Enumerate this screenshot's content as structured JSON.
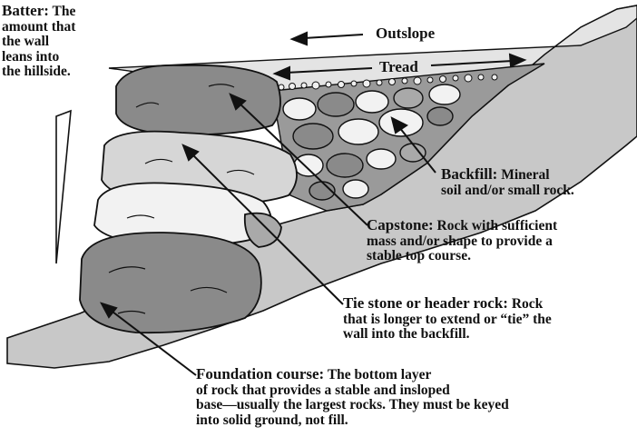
{
  "labels": {
    "batter": {
      "term": "Batter:",
      "lines": [
        "The",
        "amount that",
        "the wall",
        "leans into",
        "the hillside."
      ]
    },
    "outslope": "Outslope",
    "tread": "Tread",
    "backfill": {
      "term": "Backfill:",
      "lines": [
        "Mineral",
        "soil and/or small rock."
      ]
    },
    "capstone": {
      "term": "Capstone:",
      "lines": [
        "Rock with sufficient",
        "mass and/or shape to provide a",
        "stable top course."
      ]
    },
    "tie_stone": {
      "term": "Tie stone or header rock:",
      "lines": [
        "Rock",
        "that is longer to extend or “tie” the",
        "wall into the backfill."
      ]
    },
    "foundation": {
      "term": "Foundation course:",
      "lines": [
        "The bottom layer",
        "of rock that provides a stable and insloped",
        "base—usually the largest rocks. They must be keyed",
        "into solid ground, not fill."
      ]
    }
  },
  "colors": {
    "hillside": "#c8c8c8",
    "rock_dark": "#8a8a8a",
    "rock_mid": "#a9a9a9",
    "rock_light": "#d6d6d6",
    "rock_white": "#f2f2f2",
    "outline": "#111111"
  }
}
